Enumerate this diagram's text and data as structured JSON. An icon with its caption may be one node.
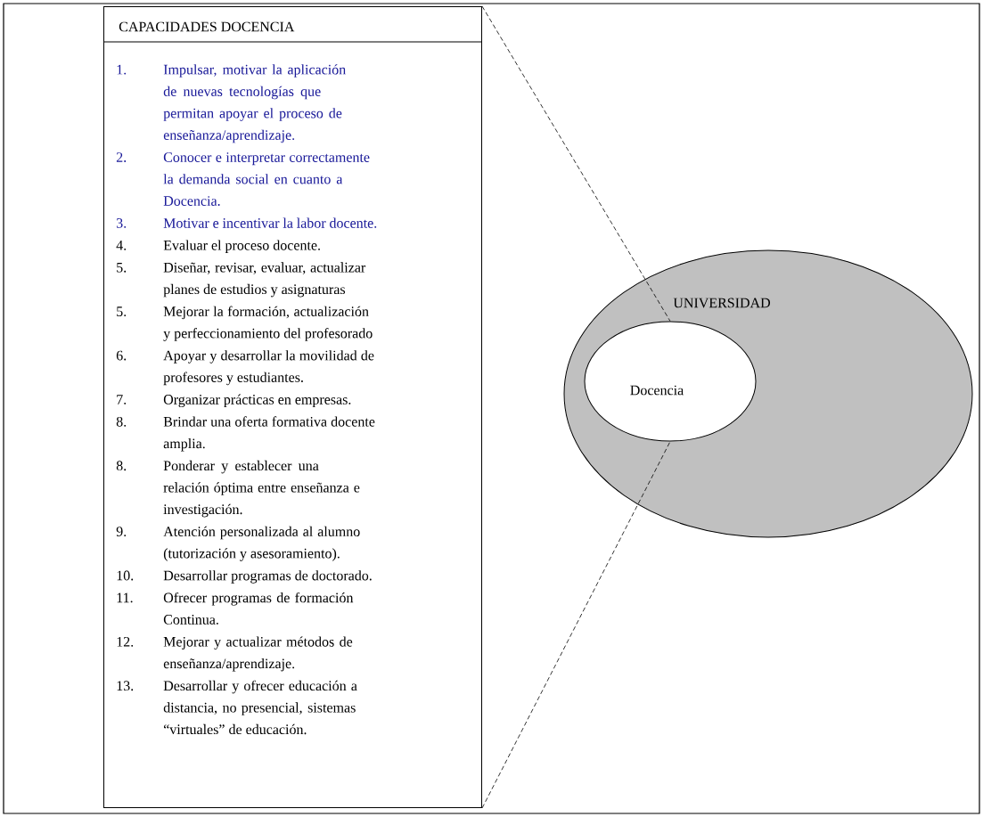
{
  "diagram": {
    "nodes": [
      {
        "text": [
          "CAPACIDADES DOCENCIA",
          "1.",
          "Impulsar, motivar la aplicación de nuevas tecnologías que permitan apoyar el proceso de enseñanza/aprendizaje.",
          "2.",
          "Conocer e interpretar correctamente la demanda social en cuanto a Docencia.",
          "3.",
          "Motivar e incentivar la labor docente.",
          "4.",
          "Evaluar el proceso docente.",
          "5.",
          "Diseñar, revisar, evaluar, actualizar planes de estudios y asignaturas",
          "5.",
          "Mejorar la formación, actualización y perfeccionamiento del profesorado",
          "6.",
          "Apoyar y desarrollar la movilidad de profesores y estudiantes.",
          "7.",
          "Organizar prácticas en empresas.",
          "8.",
          "Brindar una oferta formativa docente amplia.",
          "8.",
          "Ponderar y establecer una relación óptima entre enseñanza e investigación.",
          "9.",
          "Atención personalizada al alumno (tutorización y asesoramiento).",
          "10.",
          "Desarrollar programas de doctorado.",
          "11.",
          "Ofrecer programas de formación Continua.",
          "12.",
          "Mejorar y actualizar métodos de enseñanza/aprendizaje.",
          "13.",
          "Desarrollar y ofrecer educación a distancia, no presencial, sistemas “virtuales” de educación."
        ]
      },
      {
        "text": [
          "UNIVERSIDAD"
        ]
      },
      {
        "text": [
          "Docencia"
        ],
        "in": 1
      }
    ],
    "edges": [
      {
        "from": 0,
        "to": 2,
        "arrow": "none",
        "style": "dashed"
      },
      {
        "from": 0,
        "to": 2,
        "arrow": "none",
        "style": "dashed"
      }
    ]
  }
}
